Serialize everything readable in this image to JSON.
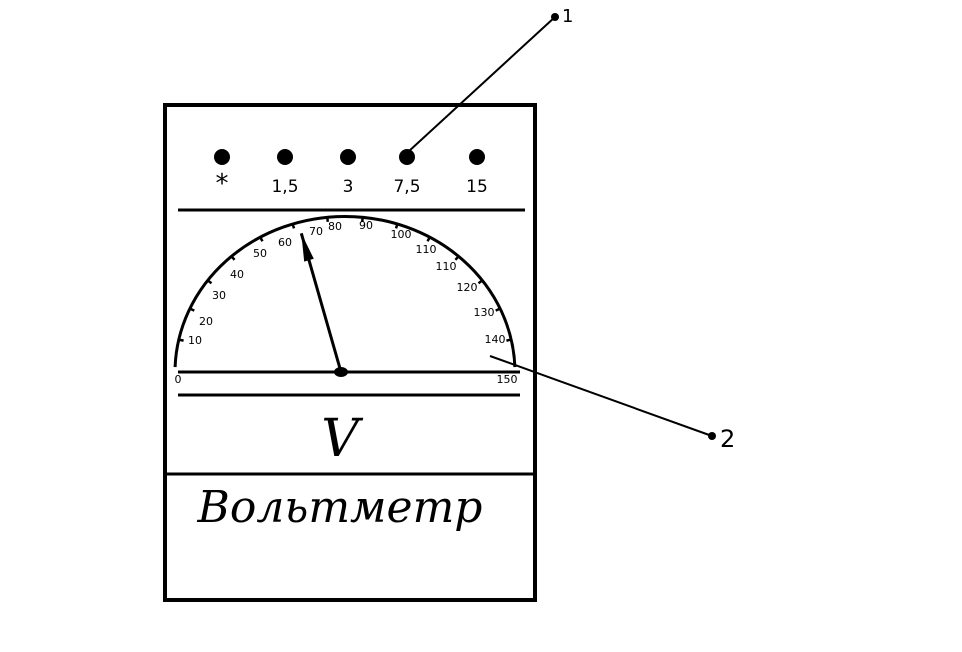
{
  "terminals": [
    {
      "label": "*"
    },
    {
      "label": "1,5"
    },
    {
      "label": "3"
    },
    {
      "label": "7,5"
    },
    {
      "label": "15"
    }
  ],
  "scale": {
    "min": 0,
    "max": 150,
    "labels": [
      "0",
      "10",
      "20",
      "30",
      "40",
      "50",
      "60",
      "70",
      "80",
      "90",
      "100",
      "110",
      "110",
      "120",
      "130",
      "140",
      "150"
    ]
  },
  "pointer_value": 70,
  "unit_symbol": "V",
  "instrument_name": "Вольтметр",
  "callouts": [
    {
      "label": "1"
    },
    {
      "label": "2"
    }
  ],
  "colors": {
    "ink": "#000000",
    "background": "#ffffff"
  }
}
